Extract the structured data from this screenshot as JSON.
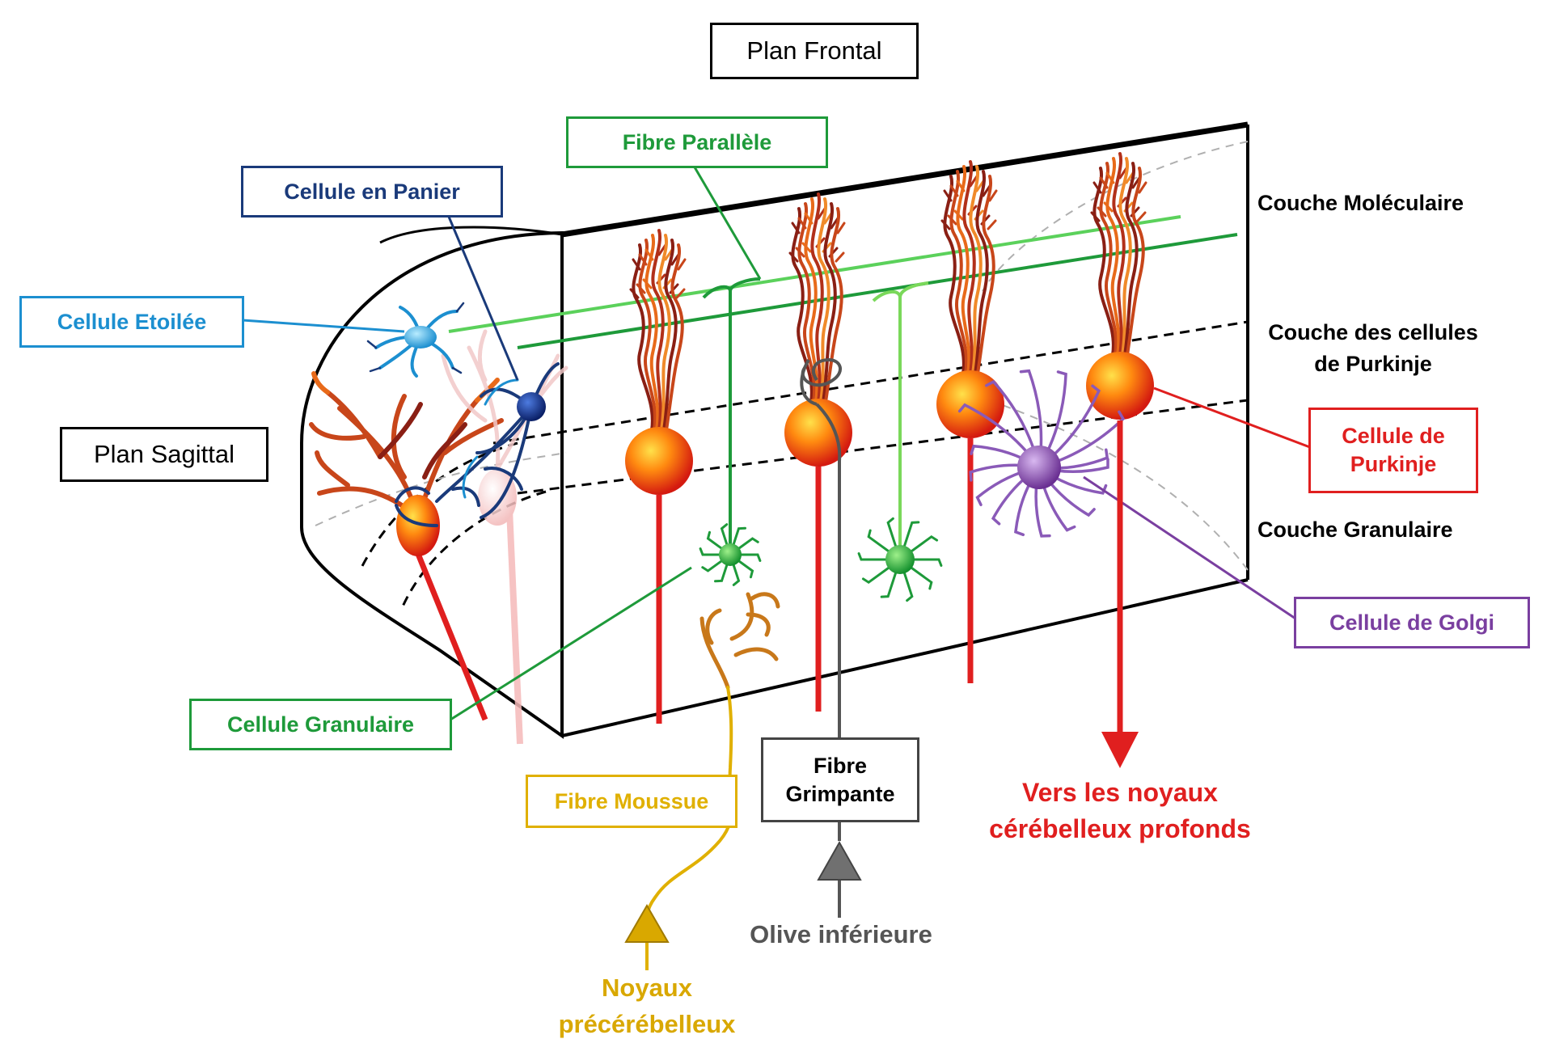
{
  "planes": {
    "frontal": "Plan Frontal",
    "sagittal": "Plan Sagittal"
  },
  "labels": {
    "fibre_parallele": "Fibre Parallèle",
    "cellule_panier": "Cellule en Panier",
    "cellule_etoilee": "Cellule Etoilée",
    "cellule_granulaire": "Cellule Granulaire",
    "fibre_moussue": "Fibre Moussue",
    "fibre_grimpante": "Fibre\nGrimpante",
    "cellule_purkinje": "Cellule de\nPurkinje",
    "cellule_golgi": "Cellule de Golgi"
  },
  "layers": {
    "moleculaire": "Couche Moléculaire",
    "purkinje": "Couche des cellules\nde Purkinje",
    "granulaire": "Couche Granulaire"
  },
  "sources": {
    "noyaux_precerebelleux": "Noyaux\nprécérébelleux",
    "olive_inferieure": "Olive inférieure",
    "noyaux_profonds": "Vers les noyaux\ncérébelleux profonds"
  },
  "colors": {
    "purkinje": "#e01f1f",
    "granule": "#1fa84f",
    "parallel_fiber": "#3aa845",
    "basket": "#1a3a7a",
    "stellate": "#1c8fd0",
    "golgi": "#7a3fa0",
    "mossy": "#e0b000",
    "climbing": "#555555",
    "dendrite": "#c8461a"
  },
  "icons": {
    "purkinje_soma": "red-sphere-icon",
    "granule_soma": "green-sphere-icon",
    "golgi_soma": "purple-sphere-icon",
    "basket_soma": "blue-sphere-icon",
    "stellate_soma": "lightblue-sphere-icon",
    "arrow": "triangle-arrow-icon"
  }
}
